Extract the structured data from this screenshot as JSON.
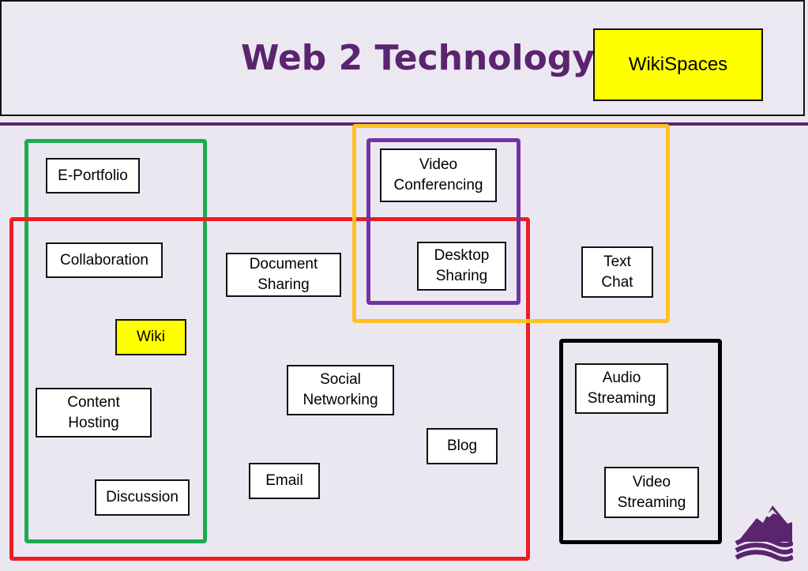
{
  "header": {
    "title": "Web 2 Technology",
    "badge_label": "WikiSpaces"
  },
  "colors": {
    "title": "#5b246f",
    "background": "#ebe7f1",
    "highlight": "#ffff00",
    "group_green": "#1aad4f",
    "group_red": "#ee1c24",
    "group_orange": "#fdc125",
    "group_purple": "#7232a4",
    "group_black": "#000000"
  },
  "nodes": {
    "eportfolio": "E-Portfolio",
    "collaboration": "Collaboration",
    "wiki": "Wiki",
    "content_hosting": "Content\nHosting",
    "discussion": "Discussion",
    "document_sharing": "Document\nSharing",
    "social_networking": "Social\nNetworking",
    "email": "Email",
    "blog": "Blog",
    "video_conferencing": "Video\nConferencing",
    "desktop_sharing": "Desktop\nSharing",
    "text_chat": "Text\nChat",
    "audio_streaming": "Audio\nStreaming",
    "video_streaming": "Video\nStreaming"
  },
  "logo": {
    "icon": "mountain-waves-logo-icon"
  }
}
